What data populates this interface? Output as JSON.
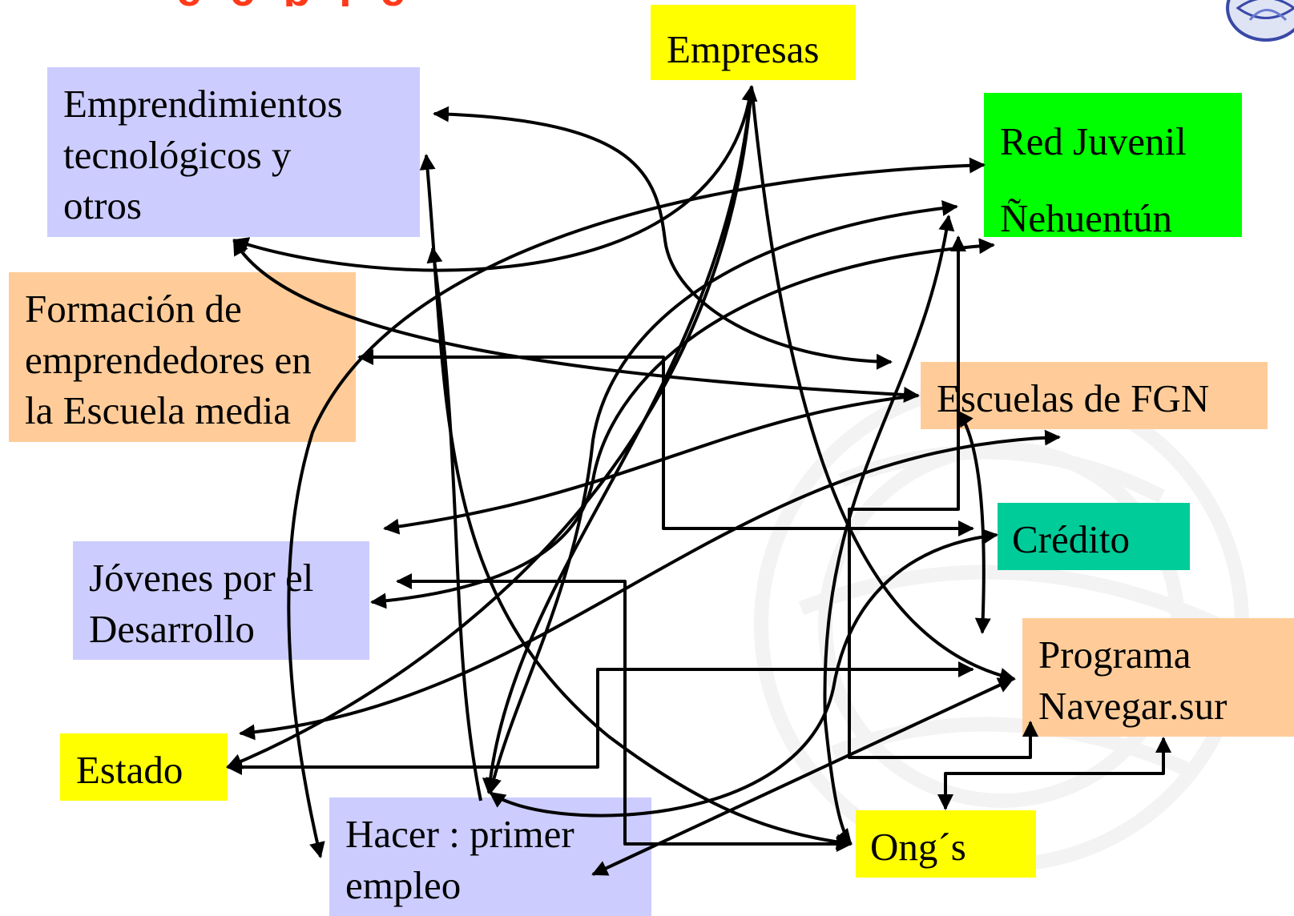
{
  "header": {
    "title_fragment": "e c         p             j   e"
  },
  "colors": {
    "lavender": "#ccccff",
    "peach": "#ffcc99",
    "yellow": "#ffff00",
    "green": "#00ff00",
    "teal": "#00cc99",
    "title_red": "#ff3a1a",
    "arrow": "#000000"
  },
  "nodes": {
    "empresas": {
      "lines": [
        "Empresas"
      ]
    },
    "emprendimientos": {
      "lines": [
        "Emprendimientos",
        "tecnológicos y",
        "otros"
      ]
    },
    "red_juvenil": {
      "lines": [
        "Red Juvenil",
        "Ñehuentún"
      ]
    },
    "formacion": {
      "lines": [
        "Formación de",
        "emprendedores en",
        "la Escuela media"
      ]
    },
    "escuelas_fgn": {
      "lines": [
        "Escuelas de FGN"
      ]
    },
    "credito": {
      "lines": [
        "Crédito"
      ]
    },
    "jovenes": {
      "lines": [
        "Jóvenes por el",
        "Desarrollo"
      ]
    },
    "programa": {
      "lines": [
        "Programa",
        "Navegar.sur"
      ]
    },
    "estado": {
      "lines": [
        "Estado"
      ]
    },
    "hacer": {
      "lines": [
        "Hacer : primer",
        "empleo"
      ]
    },
    "ongs": {
      "lines": [
        "Ong´s"
      ]
    }
  }
}
